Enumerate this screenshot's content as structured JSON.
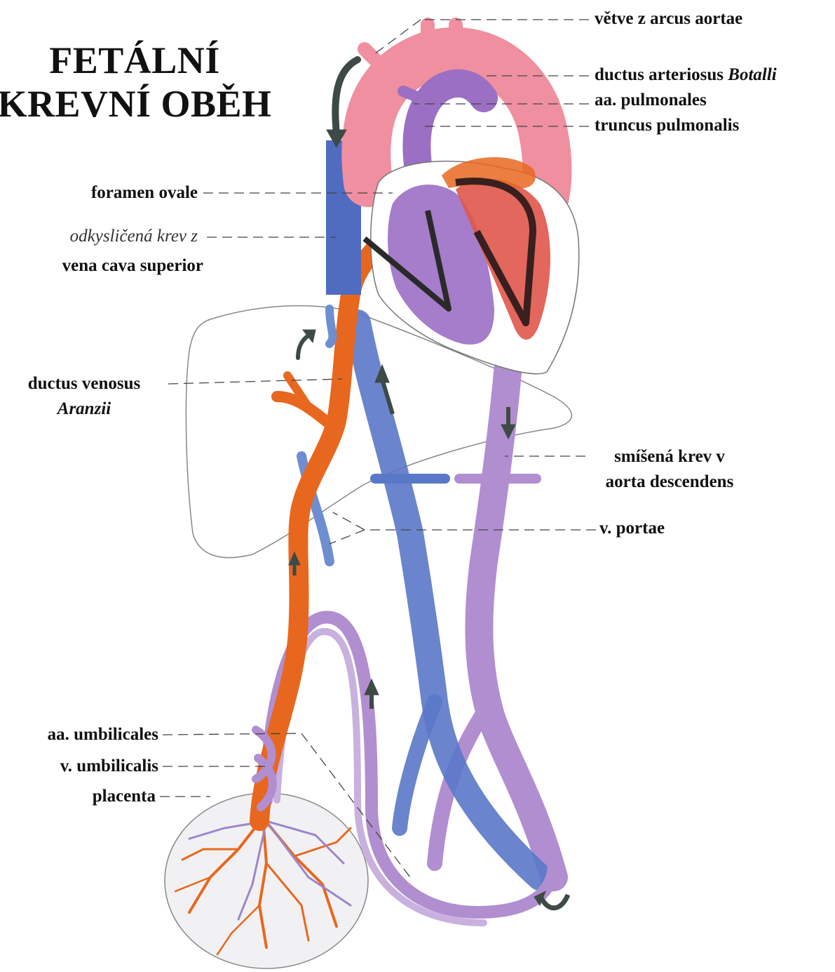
{
  "title": {
    "line1": "FETÁLNÍ",
    "line2": "KREVNÍ OBĚH"
  },
  "labels": {
    "vetve": "větve z arcus aortae",
    "ductus_arteriosus": "ductus arteriosus",
    "ductus_arteriosus_italic": "Botalli",
    "aa_pulmonales": "aa. pulmonales",
    "truncus": "truncus pulmonalis",
    "foramen": "foramen ovale",
    "odkyslicena": "odkysličená krev z",
    "vena_cava": "vena cava superior",
    "ductus_venosus": "ductus venosus",
    "aranzii": "Aranzii",
    "smisena": "smíšená krev v",
    "aorta_desc": "aorta descendens",
    "portae": "v. portae",
    "aa_umbilicales": "aa. umbilicales",
    "v_umbilicalis": "v. umbilicalis",
    "placenta": "placenta"
  },
  "colors": {
    "oxygenated": "#e8671e",
    "deoxygenated": "#5a78c8",
    "mixed": "#b18ed0",
    "aorta_pink": "#ef8fa0",
    "heart_purple": "#9b6fc4",
    "heart_red": "#e0564b",
    "arrow": "#3d4a46"
  }
}
